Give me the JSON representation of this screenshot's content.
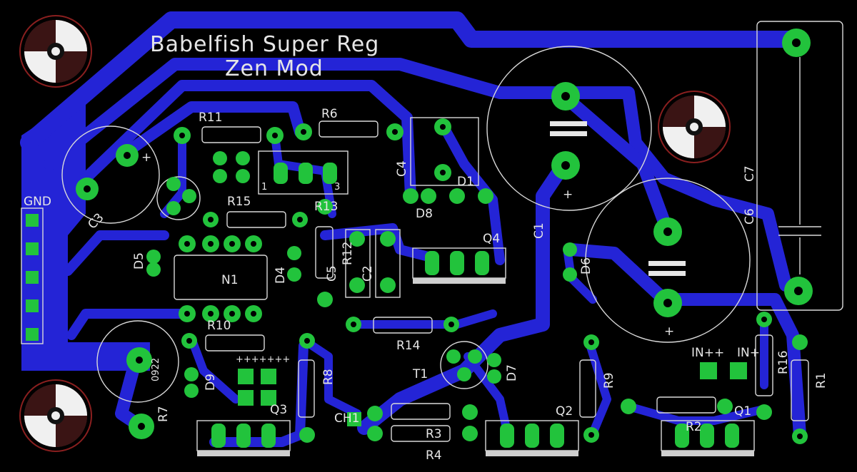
{
  "title_line1": "Babelfish Super Reg",
  "title_line2": "Zen Mod",
  "colors": {
    "background": "#000000",
    "trace": "#2424d6",
    "pad": "#22c33c",
    "silk": "#e6e6e6",
    "drill": "#000000",
    "hole_ring": "#8a1f1f"
  },
  "labels": {
    "r11": "R11",
    "r6": "R6",
    "c4": "C4",
    "d1": "D1",
    "d8": "D8",
    "c3": "C3",
    "gnd": "GND",
    "r15": "R15",
    "r13": "R13",
    "r12": "R12",
    "c5": "C5",
    "c2": "C2",
    "d5": "D5",
    "n1": "N1",
    "d4": "D4",
    "r10": "R10",
    "r14": "R14",
    "q4": "Q4",
    "c1": "C1",
    "d6": "D6",
    "c6": "C6",
    "c7": "C7",
    "in_pp": "IN++",
    "in_p": "IN+",
    "r16": "R16",
    "r1": "R1",
    "r9": "R9",
    "d7": "D7",
    "t1": "T1",
    "r8": "R8",
    "r7": "R7",
    "d9": "D9",
    "q3": "Q3",
    "ch1": "CH1",
    "r3": "R3",
    "r4": "R4",
    "q2": "Q2",
    "q1": "Q1",
    "r2": "R2",
    "part_0922": "0922",
    "plus_marks": "+++++++",
    "pin_1": "1",
    "pin_3": "3",
    "cap_plus": "+"
  }
}
